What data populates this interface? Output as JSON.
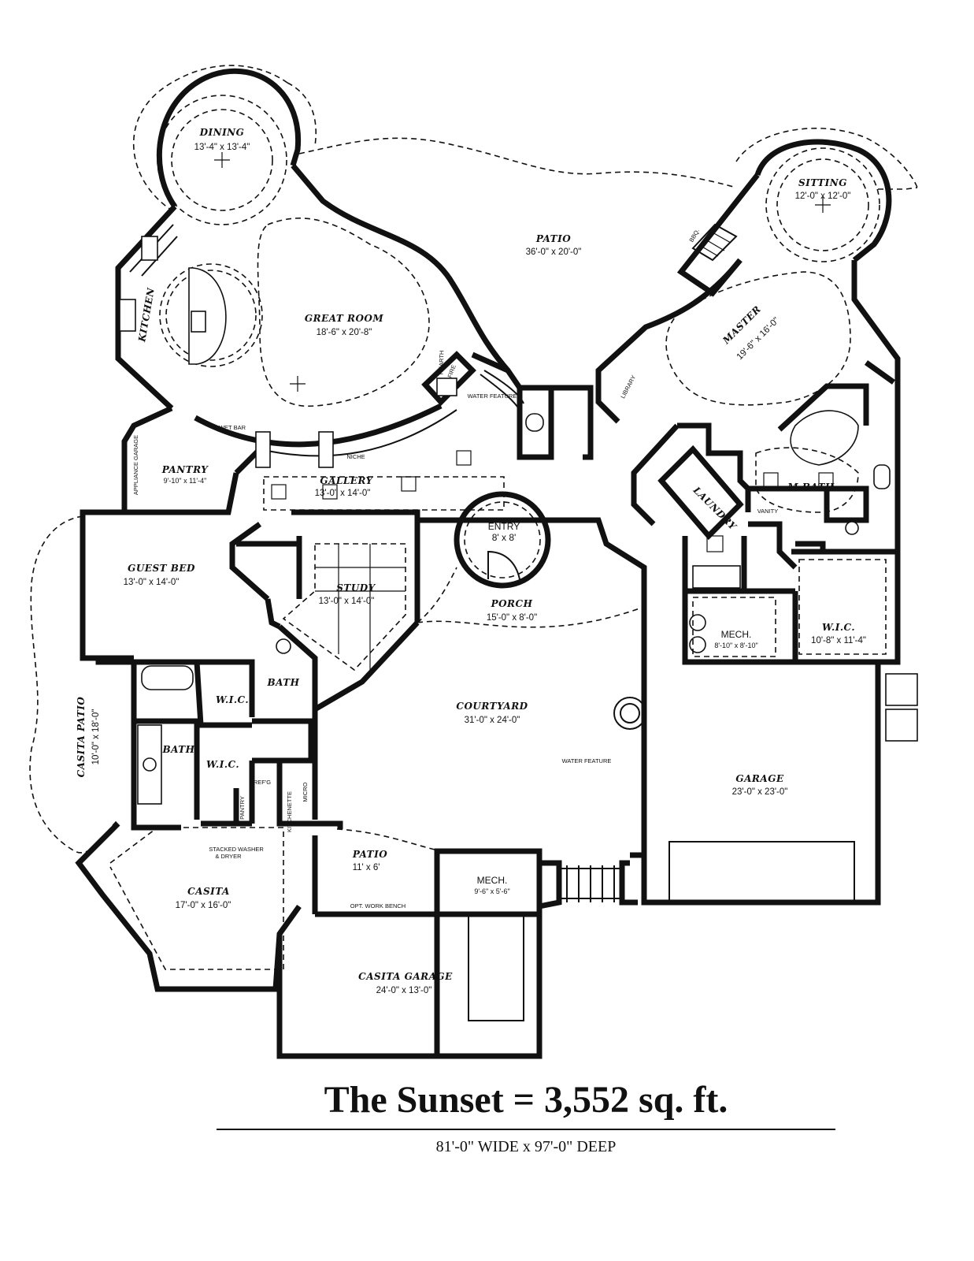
{
  "rooms": {
    "dining": {
      "name": "DINING",
      "dim": "13'-4\" x 13'-4\""
    },
    "sitting": {
      "name": "SITTING",
      "dim": "12'-0\" x 12'-0\""
    },
    "patio": {
      "name": "PATIO",
      "dim": "36'-0\" x 20'-0\""
    },
    "kitchen": {
      "name": "KITCHEN"
    },
    "great_room": {
      "name": "GREAT ROOM",
      "dim": "18'-6\" x 20'-8\""
    },
    "master": {
      "name": "MASTER",
      "dim": "19'-6\" x 16'-0\""
    },
    "library": {
      "name": "LIBRARY"
    },
    "hearth": {
      "name": "HEARTH"
    },
    "fire": {
      "name": "FIRE"
    },
    "water_feature_top": {
      "name": "WATER FEATURE"
    },
    "wet_bar": {
      "name": "WET BAR"
    },
    "pantry": {
      "name": "PANTRY",
      "dim": "9'-10\" x 11'-4\""
    },
    "appliance_garage": {
      "name": "APPLIANCE GARAGE"
    },
    "gallery": {
      "name": "GALLERY",
      "dim": "13'-0\" x 14'-0\""
    },
    "niche": {
      "name": "NICHE"
    },
    "entry": {
      "name": "ENTRY",
      "dim": "8' x 8'"
    },
    "m_bath": {
      "name": "M.BATH"
    },
    "laundry": {
      "name": "LAUNDRY"
    },
    "vanity": {
      "name": "VANITY"
    },
    "guest_bed": {
      "name": "GUEST BED",
      "dim": "13'-0\" x 14'-0\""
    },
    "study": {
      "name": "STUDY",
      "dim": "13'-0\" x 14'-0\""
    },
    "porch": {
      "name": "PORCH",
      "dim": "15'-0\" x 8'-0\""
    },
    "mech_1": {
      "name": "MECH.",
      "dim": "8'-10\" x 8'-10\""
    },
    "wic_master": {
      "name": "W.I.C.",
      "dim": "10'-8\" x 11'-4\""
    },
    "bath_1": {
      "name": "BATH"
    },
    "wic_1": {
      "name": "W.I.C."
    },
    "courtyard": {
      "name": "COURTYARD",
      "dim": "31'-0\" x 24'-0\""
    },
    "water_feature": {
      "name": "WATER FEATURE"
    },
    "casita_patio": {
      "name": "CASITA PATIO",
      "dim": "10'-0\" x 18'-0\""
    },
    "bath_2": {
      "name": "BATH"
    },
    "wic_2": {
      "name": "W.I.C."
    },
    "refg": {
      "name": "REF'G"
    },
    "kitchenette": {
      "name": "KITCHENETTE"
    },
    "micro": {
      "name": "MICRO"
    },
    "pantry_small": {
      "name": "PANTRY"
    },
    "garage": {
      "name": "GARAGE",
      "dim": "23'-0\" x 23'-0\""
    },
    "stacked": {
      "line1": "STACKED WASHER",
      "line2": "& DRYER"
    },
    "patio_small": {
      "name": "PATIO",
      "dim": "11' x 6'"
    },
    "mech_2": {
      "name": "MECH.",
      "dim": "9'-6\" x 5'-6\""
    },
    "casita": {
      "name": "CASITA",
      "dim": "17'-0\" x 16'-0\""
    },
    "work_bench": {
      "name": "OPT. WORK BENCH"
    },
    "casita_garage": {
      "name": "CASITA GARAGE",
      "dim": "24'-0\" x 13'-0\""
    },
    "bbq": {
      "name": "BBQ."
    }
  },
  "title": "The Sunset = 3,552 sq. ft.",
  "subtitle": "81'-0\" WIDE x 97'-0\" DEEP"
}
